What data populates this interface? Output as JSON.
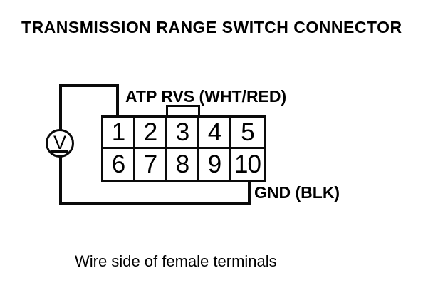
{
  "page": {
    "title": "TRANSMISSION RANGE SWITCH CONNECTOR",
    "caption": "Wire side of female terminals"
  },
  "labels": {
    "atp_rvs": "ATP RVS (WHT/RED)",
    "gnd": "GND (BLK)"
  },
  "connector": {
    "rows": 2,
    "columns": 5,
    "pins": [
      "1",
      "2",
      "3",
      "4",
      "5",
      "6",
      "7",
      "8",
      "9",
      "10"
    ]
  },
  "voltmeter": {
    "symbol": "V"
  },
  "colors": {
    "ink": "#000000",
    "background": "#ffffff"
  }
}
